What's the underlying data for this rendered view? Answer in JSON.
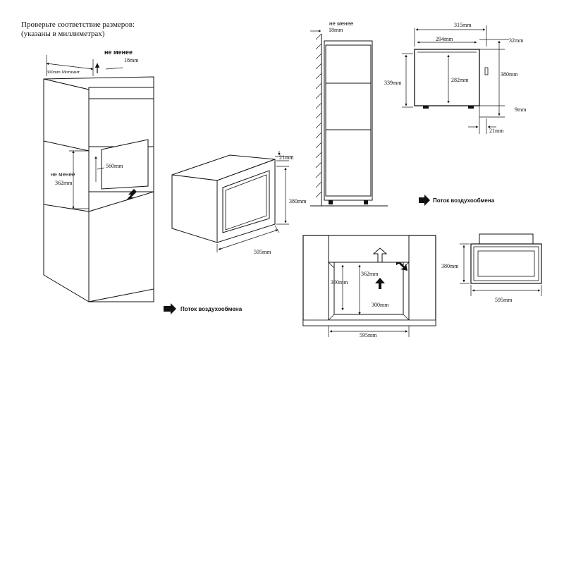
{
  "header": {
    "line1": "Проверьте соответствие размеров:",
    "line2": "(указаны в миллиметрах)"
  },
  "left_cabinet": {
    "depth_label": "300mm Мотимит",
    "min_label": "не менее",
    "min_value": "18mm",
    "niche_min_label": "не менее",
    "niche_height": "362mm",
    "niche_depth": "560mm"
  },
  "oven_front": {
    "frame_thickness": "21mm",
    "height": "380mm",
    "width": "595mm"
  },
  "airflow_label_1": "Поток воздухообмена",
  "side_view": {
    "min_label": "не менее",
    "min_value": "18mm"
  },
  "side_dims": {
    "total_depth": "315mm",
    "body_depth": "294mm",
    "top_gap": "32mm",
    "outer_height": "339mm",
    "inner_height": "282mm",
    "total_height": "380mm",
    "feet_gap": "9mm",
    "front_offset": "21mm"
  },
  "airflow_label_2": "Поток воздухообмена",
  "niche_front": {
    "side_depth": "300mm",
    "height": "362mm",
    "bottom_depth": "300mm",
    "width": "595mm"
  },
  "small_oven": {
    "height": "380mm",
    "width": "595mm"
  },
  "colors": {
    "line": "#111111",
    "background": "#ffffff"
  }
}
